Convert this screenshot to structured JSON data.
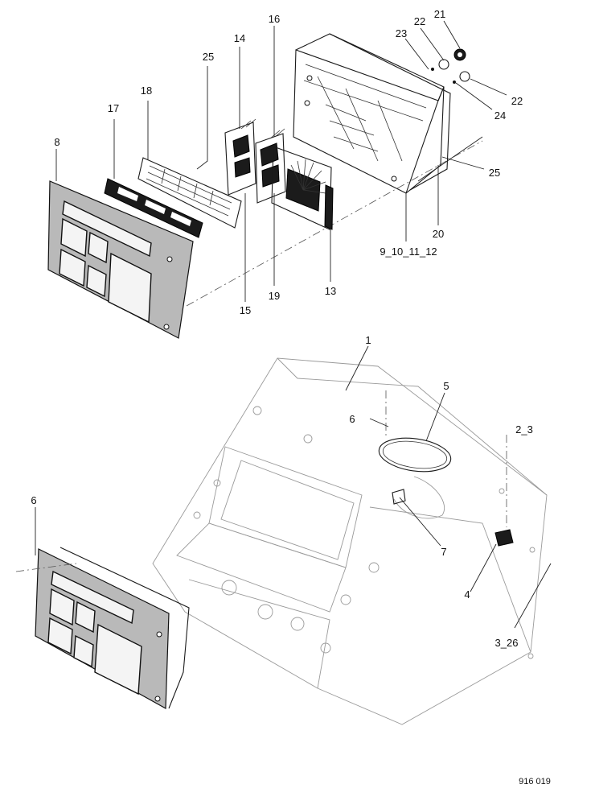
{
  "diagram": {
    "figure_ref": "916 019",
    "callouts": [
      {
        "id": "c1",
        "text": "1"
      },
      {
        "id": "c2",
        "text": "2_3"
      },
      {
        "id": "c3",
        "text": "3_26"
      },
      {
        "id": "c4",
        "text": "4"
      },
      {
        "id": "c5",
        "text": "5"
      },
      {
        "id": "c6a",
        "text": "6"
      },
      {
        "id": "c6b",
        "text": "6"
      },
      {
        "id": "c7",
        "text": "7"
      },
      {
        "id": "c8",
        "text": "8"
      },
      {
        "id": "c9",
        "text": "9_10_11_12"
      },
      {
        "id": "c13",
        "text": "13"
      },
      {
        "id": "c14",
        "text": "14"
      },
      {
        "id": "c15",
        "text": "15"
      },
      {
        "id": "c16",
        "text": "16"
      },
      {
        "id": "c17",
        "text": "17"
      },
      {
        "id": "c18",
        "text": "18"
      },
      {
        "id": "c19",
        "text": "19"
      },
      {
        "id": "c20",
        "text": "20"
      },
      {
        "id": "c21",
        "text": "21"
      },
      {
        "id": "c22a",
        "text": "22"
      },
      {
        "id": "c22b",
        "text": "22"
      },
      {
        "id": "c23",
        "text": "23"
      },
      {
        "id": "c24",
        "text": "24"
      },
      {
        "id": "c25a",
        "text": "25"
      },
      {
        "id": "c25b",
        "text": "25"
      }
    ]
  }
}
